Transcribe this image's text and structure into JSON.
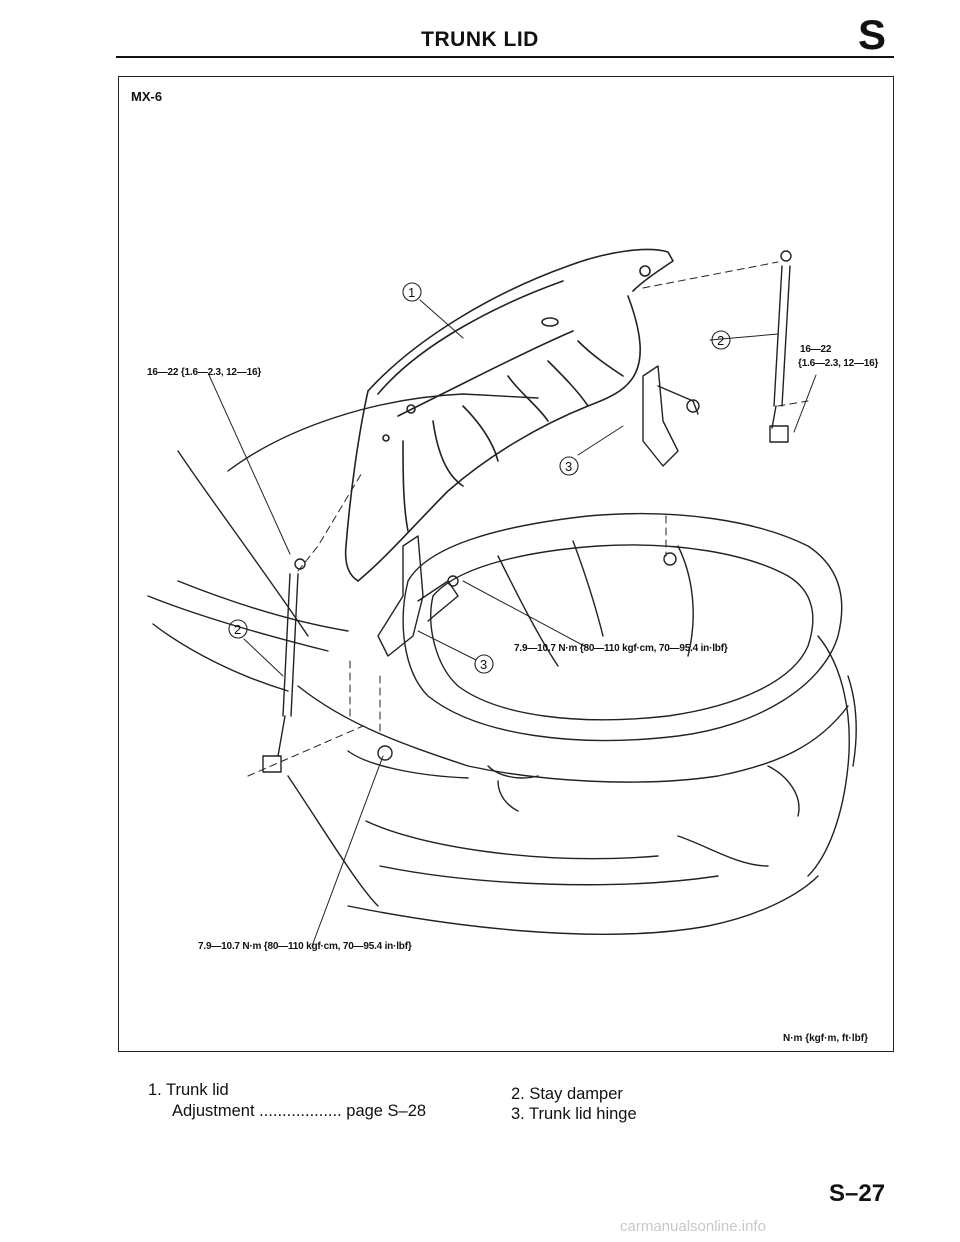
{
  "header": {
    "title": "TRUNK LID",
    "section_letter": "S"
  },
  "figure": {
    "model": "MX-6",
    "callouts": {
      "c1": "1",
      "c2a": "2",
      "c2b": "2",
      "c3a": "3",
      "c3b": "3"
    },
    "torque_specs": {
      "hinge_left": "16—22 {1.6—2.3, 12—16}",
      "damper_right_a": "16—22",
      "damper_right_b": "{1.6—2.3, 12—16}",
      "hinge_nut_center": "7.9—10.7 N·m {80—110 kgf·cm, 70—95.4 in·lbf}",
      "nut_bottom": "7.9—10.7 N·m {80—110 kgf·cm, 70—95.4 in·lbf}"
    },
    "units": "N·m {kgf·m, ft·lbf}"
  },
  "legend": {
    "item1": "1. Trunk lid",
    "item1_sub_label": "Adjustment",
    "item1_sub_dots": "..................",
    "item1_sub_ref": "page S–28",
    "item2": "2. Stay damper",
    "item3": "3. Trunk lid hinge"
  },
  "footer": {
    "page_number": "S–27",
    "watermark": "carmanualsonline.info"
  }
}
